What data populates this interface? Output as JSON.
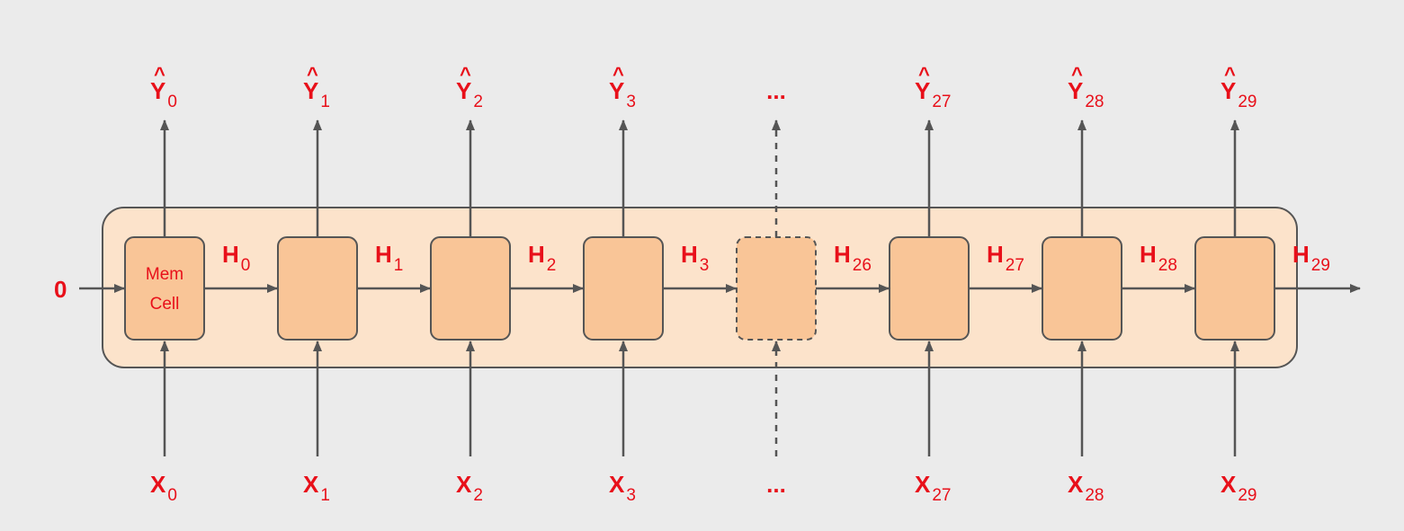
{
  "initial_state_label": "0",
  "cell": {
    "line1": "Mem",
    "line2": "Cell"
  },
  "colors": {
    "background": "#ebebeb",
    "container_fill": "#fce3cb",
    "cell_fill": "#f9c597",
    "stroke": "#555555",
    "label": "#e8101a"
  },
  "ellipsis": "...",
  "steps": [
    {
      "out_main": "Y",
      "out_hat": "^",
      "out_sub": "0",
      "in_main": "X",
      "in_sub": "0",
      "h_main": "H",
      "h_sub": "0",
      "dashed": false
    },
    {
      "out_main": "Y",
      "out_hat": "^",
      "out_sub": "1",
      "in_main": "X",
      "in_sub": "1",
      "h_main": "H",
      "h_sub": "1",
      "dashed": false
    },
    {
      "out_main": "Y",
      "out_hat": "^",
      "out_sub": "2",
      "in_main": "X",
      "in_sub": "2",
      "h_main": "H",
      "h_sub": "2",
      "dashed": false
    },
    {
      "out_main": "Y",
      "out_hat": "^",
      "out_sub": "3",
      "in_main": "X",
      "in_sub": "3",
      "h_main": "H",
      "h_sub": "3",
      "dashed": false
    },
    {
      "out_main": "",
      "out_hat": "",
      "out_sub": "",
      "in_main": "",
      "in_sub": "",
      "h_main": "H",
      "h_sub": "26",
      "dashed": true
    },
    {
      "out_main": "Y",
      "out_hat": "^",
      "out_sub": "27",
      "in_main": "X",
      "in_sub": "27",
      "h_main": "H",
      "h_sub": "27",
      "dashed": false
    },
    {
      "out_main": "Y",
      "out_hat": "^",
      "out_sub": "28",
      "in_main": "X",
      "in_sub": "28",
      "h_main": "H",
      "h_sub": "28",
      "dashed": false
    },
    {
      "out_main": "Y",
      "out_hat": "^",
      "out_sub": "29",
      "in_main": "X",
      "in_sub": "29",
      "h_main": "H",
      "h_sub": "29",
      "dashed": false
    }
  ]
}
